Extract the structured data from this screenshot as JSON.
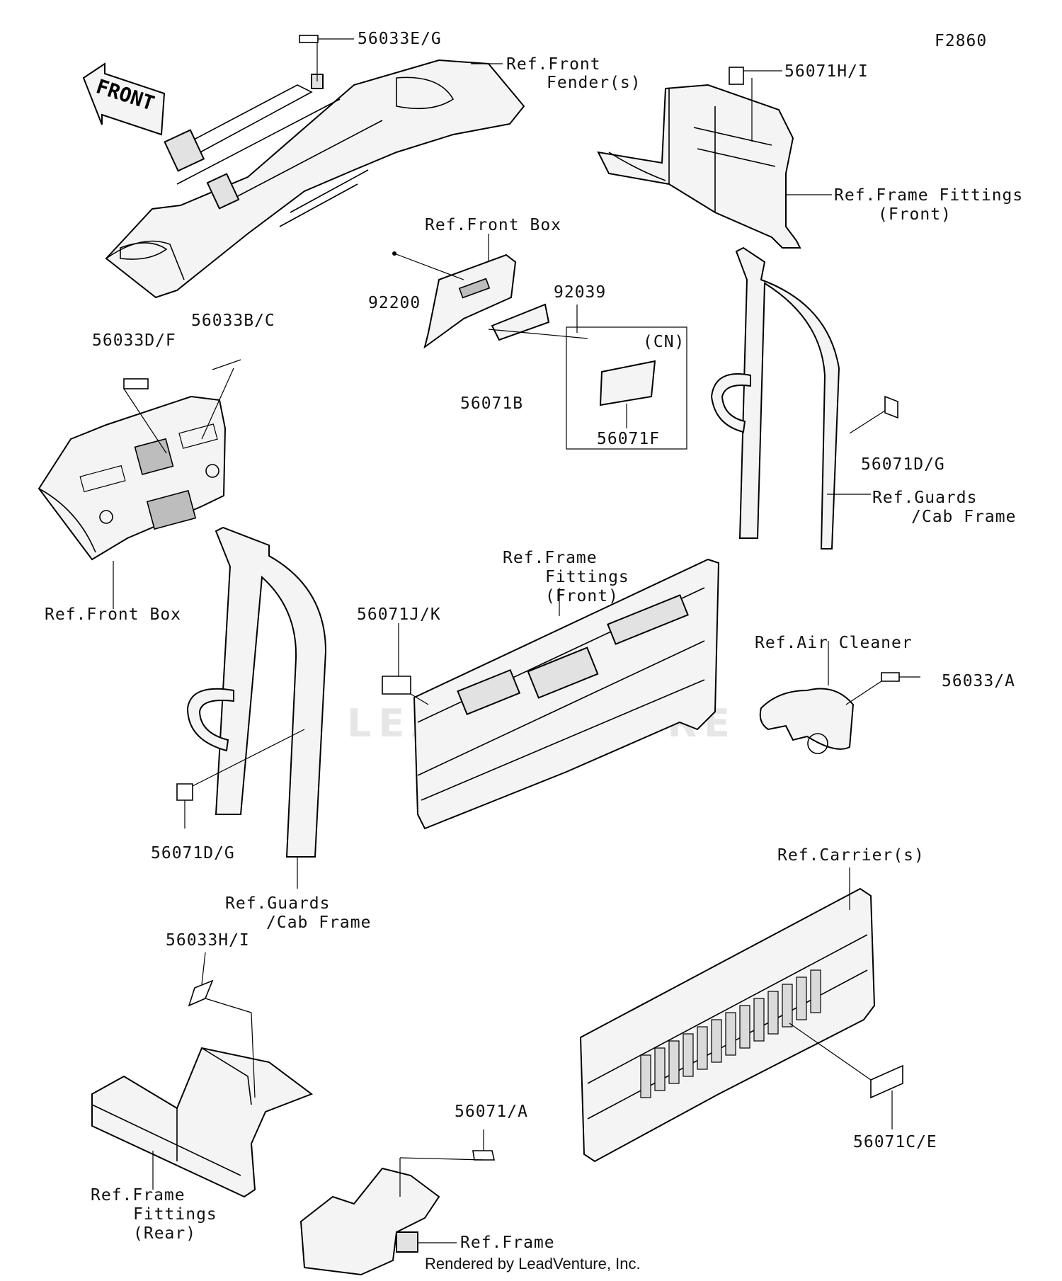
{
  "figure_code": "F2860",
  "arrow_label": "FRONT",
  "credit": "Rendered by LeadVenture, Inc.",
  "watermark": "LEADVENTURE",
  "labels": {
    "l_56033EG": "56033E/G",
    "l_ref_front_fender_1": "Ref.Front",
    "l_ref_front_fender_2": "Fender(s)",
    "l_56071HI": "56071H/I",
    "l_ref_frame_fittings_front_1": "Ref.Frame Fittings",
    "l_ref_frame_fittings_front_2": "(Front)",
    "l_ref_front_box_top": "Ref.Front Box",
    "l_92200": "92200",
    "l_92039": "92039",
    "l_cn": "(CN)",
    "l_56071B": "56071B",
    "l_56071F": "56071F",
    "l_56033DF": "56033D/F",
    "l_56033BC": "56033B/C",
    "l_56071DG_right": "56071D/G",
    "l_ref_guards_right_1": "Ref.Guards",
    "l_ref_guards_right_2": "/Cab Frame",
    "l_ref_front_box_left": "Ref.Front Box",
    "l_ref_frame_center_1": "Ref.Frame",
    "l_ref_frame_center_2": "Fittings",
    "l_ref_frame_center_3": "(Front)",
    "l_56071JK": "56071J/K",
    "l_ref_air_cleaner": "Ref.Air Cleaner",
    "l_56033A": "56033/A",
    "l_56071DG_left": "56071D/G",
    "l_ref_guards_left_1": "Ref.Guards",
    "l_ref_guards_left_2": "/Cab Frame",
    "l_ref_carriers": "Ref.Carrier(s)",
    "l_56033HI": "56033H/I",
    "l_56071A": "56071/A",
    "l_56071CE": "56071C/E",
    "l_ref_frame_fittings_rear_1": "Ref.Frame",
    "l_ref_frame_fittings_rear_2": "Fittings",
    "l_ref_frame_fittings_rear_3": "(Rear)",
    "l_ref_frame": "Ref.Frame"
  }
}
